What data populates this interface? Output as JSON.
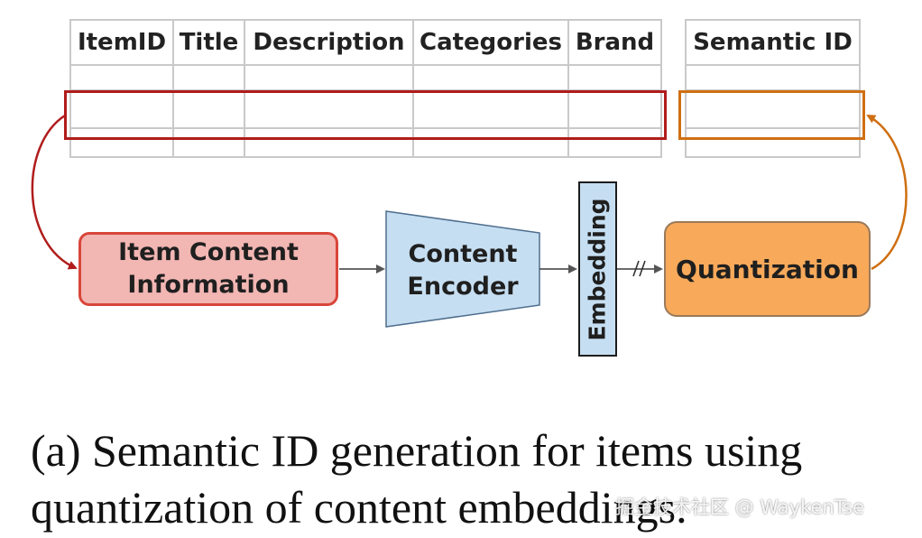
{
  "table": {
    "headers": [
      "ItemID",
      "Title",
      "Description",
      "Categories",
      "Brand"
    ],
    "col_widths": [
      114,
      79,
      187,
      172,
      103
    ]
  },
  "semantic_table": {
    "header": "Semantic ID"
  },
  "boxes": {
    "item_content": [
      "Item Content",
      "Information"
    ],
    "encoder": [
      "Content",
      "Encoder"
    ],
    "embedding": "Embedding",
    "quantization": "Quantization"
  },
  "caption": {
    "line1": "(a) Semantic ID generation for items using",
    "line2": "quantization of content embeddings."
  },
  "watermark": "掘金技术社区 @ WaykenTse",
  "colors": {
    "item_box_fill": "#f2b6b3",
    "item_box_border": "#d9463a",
    "encoder_fill": "#c6def1",
    "quantization_fill": "#f8a95a",
    "highlight_main": "#b01c1c",
    "highlight_semantic": "#cf6f12"
  }
}
